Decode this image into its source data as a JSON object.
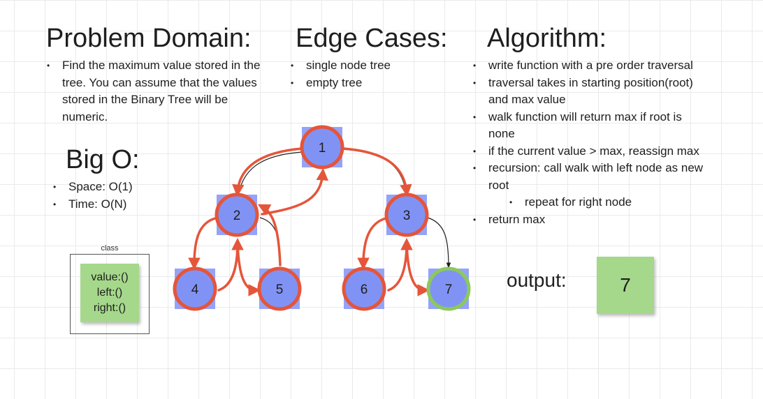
{
  "problem_domain": {
    "title": "Problem Domain:",
    "bullets": [
      "Find the maximum value stored in the",
      "tree. You can assume that the values",
      "stored in the Binary Tree will be",
      "numeric."
    ]
  },
  "edge_cases": {
    "title": "Edge Cases:",
    "bullets": [
      "single node tree",
      "empty tree"
    ]
  },
  "algorithm": {
    "title": "Algorithm:",
    "steps": [
      "write function with a pre order traversal",
      "traversal takes in starting position(root)",
      "and max value",
      "walk function will return max if root is",
      "none",
      "if the current value > max, reassign max",
      "recursion: call walk with left node as new",
      "root",
      "repeat for right node",
      "return max"
    ]
  },
  "big_o": {
    "title": "Big O:",
    "bullets": [
      "Space: O(1)",
      "Time: O(N)"
    ]
  },
  "class_box": {
    "label": "class",
    "fields": [
      "value:()",
      "left:()",
      "right:()"
    ]
  },
  "output": {
    "label": "output:",
    "value": "7"
  },
  "tree": {
    "nodes": [
      "1",
      "2",
      "3",
      "4",
      "5",
      "6",
      "7"
    ],
    "colors": {
      "node_fill": "#8093f5",
      "node_square": "#94a3f8",
      "traversal_ring": "#e5553a",
      "result_ring": "#8cc95b",
      "note_green": "#a5d88b"
    }
  }
}
